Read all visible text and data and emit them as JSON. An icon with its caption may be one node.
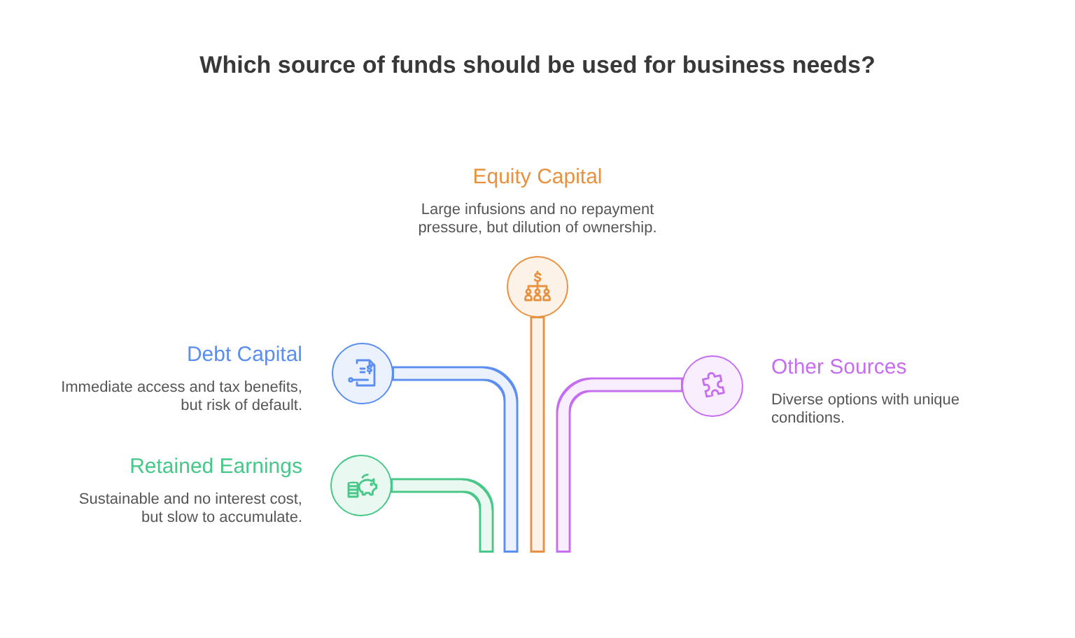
{
  "diagram": {
    "title": "Which source of funds should be used for business needs?",
    "nodes": [
      {
        "text": [],
        "shape": "circle",
        "beside": [
          "Equity Capital",
          "Large infusions and no repayment pressure, but dilution of ownership."
        ]
      },
      {
        "text": [],
        "shape": "circle",
        "beside": [
          "Debt Capital",
          "Immediate access and tax benefits, but risk of default."
        ]
      },
      {
        "text": [],
        "shape": "circle",
        "beside": [
          "Other Sources",
          "Diverse options with unique conditions."
        ]
      },
      {
        "text": [],
        "shape": "circle",
        "beside": [
          "Retained Earnings",
          "Sustainable and no interest cost, but slow to accumulate."
        ]
      }
    ],
    "edges": [
      {
        "from": 0,
        "to": null,
        "arrow": "none",
        "color": "#e8913f"
      },
      {
        "from": 1,
        "to": null,
        "arrow": "none",
        "color": "#5a8ef0"
      },
      {
        "from": 2,
        "to": null,
        "arrow": "none",
        "color": "#c66ef0"
      },
      {
        "from": 3,
        "to": null,
        "arrow": "none",
        "color": "#46c888"
      }
    ]
  }
}
